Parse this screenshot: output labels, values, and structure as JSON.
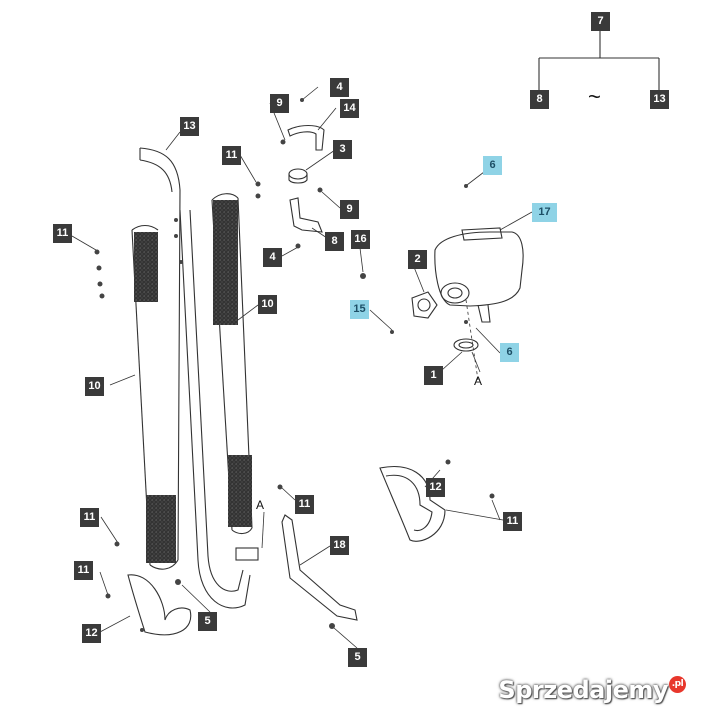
{
  "callouts": [
    {
      "id": "c7",
      "text": "7",
      "highlight": false
    },
    {
      "id": "c8",
      "text": "8",
      "highlight": false
    },
    {
      "id": "c13a",
      "text": "13",
      "highlight": false
    },
    {
      "id": "c4a",
      "text": "4",
      "highlight": false
    },
    {
      "id": "c9a",
      "text": "9",
      "highlight": false
    },
    {
      "id": "c14",
      "text": "14",
      "highlight": false
    },
    {
      "id": "c13b",
      "text": "13",
      "highlight": false
    },
    {
      "id": "c11a",
      "text": "11",
      "highlight": false
    },
    {
      "id": "c3",
      "text": "3",
      "highlight": false
    },
    {
      "id": "c6a",
      "text": "6",
      "highlight": true
    },
    {
      "id": "c9b",
      "text": "9",
      "highlight": false
    },
    {
      "id": "c17",
      "text": "17",
      "highlight": true
    },
    {
      "id": "c11b",
      "text": "11",
      "highlight": false
    },
    {
      "id": "c8b",
      "text": "8",
      "highlight": false
    },
    {
      "id": "c16",
      "text": "16",
      "highlight": false
    },
    {
      "id": "c4b",
      "text": "4",
      "highlight": false
    },
    {
      "id": "c2",
      "text": "2",
      "highlight": false
    },
    {
      "id": "c10a",
      "text": "10",
      "highlight": false
    },
    {
      "id": "c15",
      "text": "15",
      "highlight": true
    },
    {
      "id": "c6b",
      "text": "6",
      "highlight": true
    },
    {
      "id": "c1",
      "text": "1",
      "highlight": false
    },
    {
      "id": "c10b",
      "text": "10",
      "highlight": false
    },
    {
      "id": "c12a",
      "text": "12",
      "highlight": false
    },
    {
      "id": "c11c",
      "text": "11",
      "highlight": false
    },
    {
      "id": "c11d",
      "text": "11",
      "highlight": false
    },
    {
      "id": "c11e",
      "text": "11",
      "highlight": false
    },
    {
      "id": "c18",
      "text": "18",
      "highlight": false
    },
    {
      "id": "c11f",
      "text": "11",
      "highlight": false
    },
    {
      "id": "c5a",
      "text": "5",
      "highlight": false
    },
    {
      "id": "c12b",
      "text": "12",
      "highlight": false
    },
    {
      "id": "c5b",
      "text": "5",
      "highlight": false
    }
  ],
  "range_symbol": "~",
  "section_marks": [
    "A",
    "A"
  ],
  "watermark": {
    "text": "Sprzedajemy",
    "badge": ".pl"
  },
  "colors": {
    "label_dark": "#3a3a3a",
    "label_highlight": "#8fd3e6",
    "line": "#333333"
  }
}
